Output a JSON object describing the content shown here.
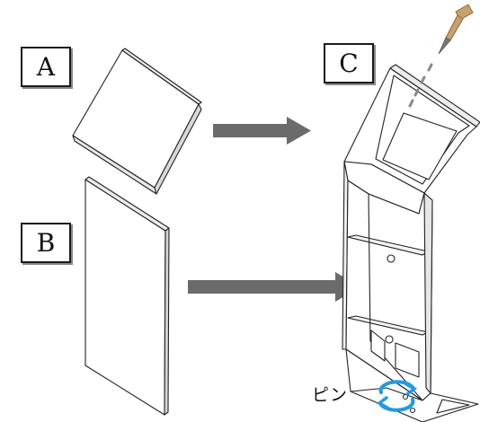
{
  "labels": {
    "a": "A",
    "b": "B",
    "c": "C"
  },
  "pin_label": "ピン",
  "colors": {
    "arrow": "#6b6b6b",
    "outline": "#222222",
    "pin_handle": "#c8a06a",
    "rotate_icon": "#1e9be6"
  }
}
